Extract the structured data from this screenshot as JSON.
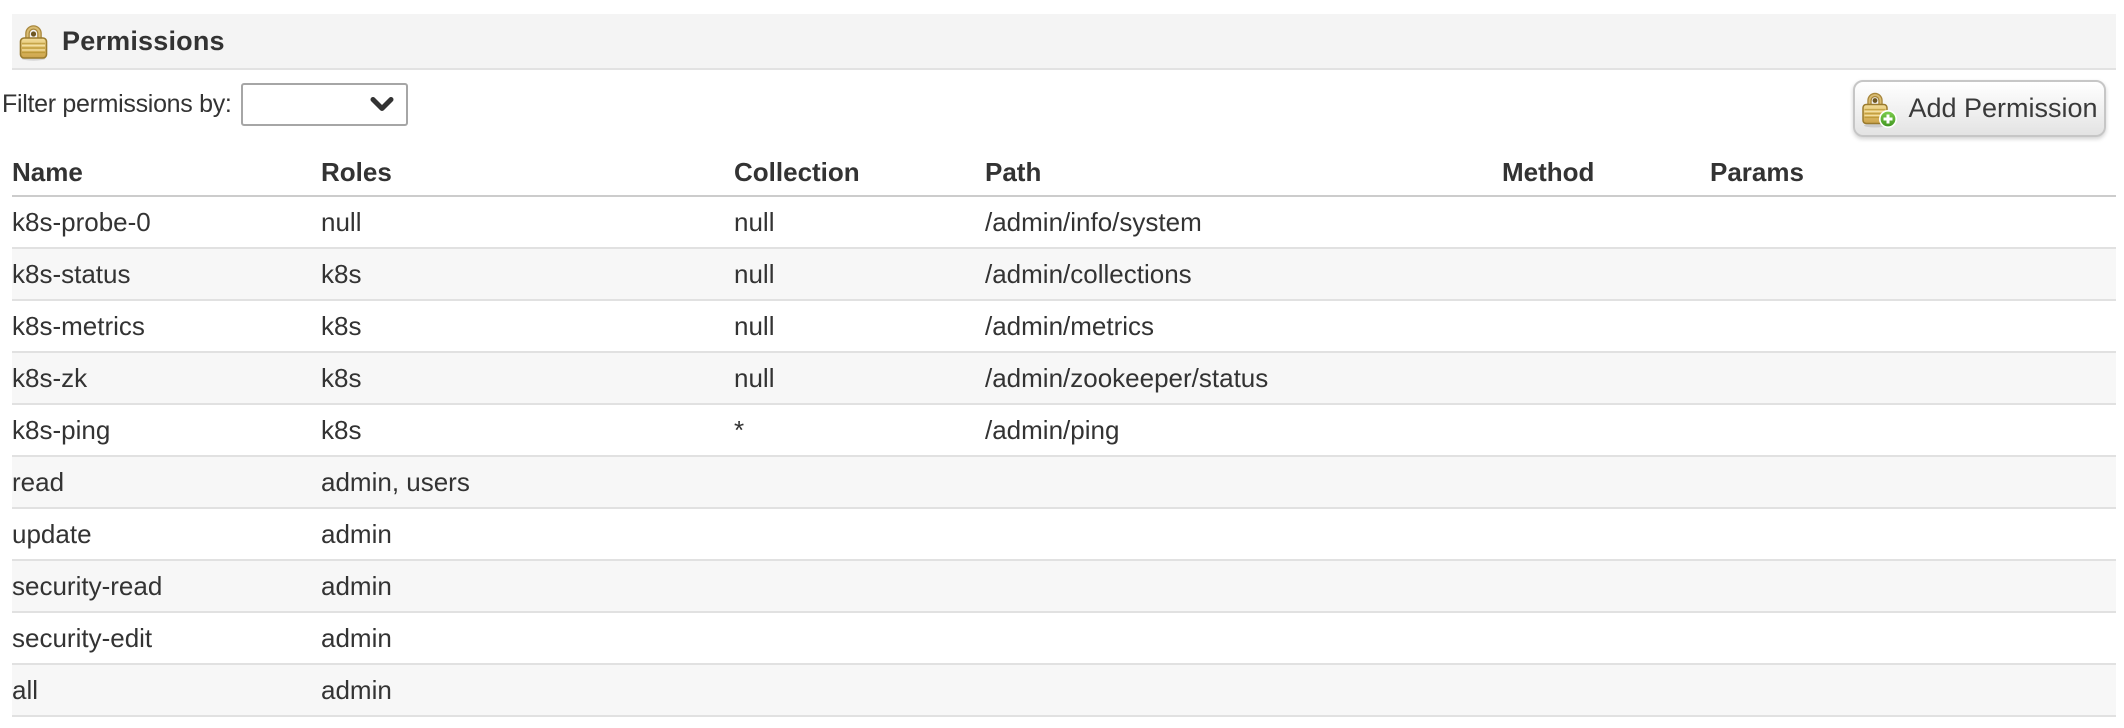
{
  "header": {
    "title": "Permissions",
    "icon": "lock-icon"
  },
  "filter": {
    "label": "Filter permissions by:",
    "selected_value": ""
  },
  "toolbar": {
    "add_permission_label": "Add Permission",
    "add_permission_icon": "lock-plus-icon"
  },
  "table": {
    "columns": [
      "Name",
      "Roles",
      "Collection",
      "Path",
      "Method",
      "Params"
    ],
    "fields": [
      "name",
      "roles",
      "collection",
      "path",
      "method",
      "params"
    ],
    "rows": [
      {
        "name": "k8s-probe-0",
        "roles": "null",
        "collection": "null",
        "path": "/admin/info/system",
        "method": "",
        "params": ""
      },
      {
        "name": "k8s-status",
        "roles": "k8s",
        "collection": "null",
        "path": "/admin/collections",
        "method": "",
        "params": ""
      },
      {
        "name": "k8s-metrics",
        "roles": "k8s",
        "collection": "null",
        "path": "/admin/metrics",
        "method": "",
        "params": ""
      },
      {
        "name": "k8s-zk",
        "roles": "k8s",
        "collection": "null",
        "path": "/admin/zookeeper/status",
        "method": "",
        "params": ""
      },
      {
        "name": "k8s-ping",
        "roles": "k8s",
        "collection": "*",
        "path": "/admin/ping",
        "method": "",
        "params": ""
      },
      {
        "name": "read",
        "roles": "admin, users",
        "collection": "",
        "path": "",
        "method": "",
        "params": ""
      },
      {
        "name": "update",
        "roles": "admin",
        "collection": "",
        "path": "",
        "method": "",
        "params": ""
      },
      {
        "name": "security-read",
        "roles": "admin",
        "collection": "",
        "path": "",
        "method": "",
        "params": ""
      },
      {
        "name": "security-edit",
        "roles": "admin",
        "collection": "",
        "path": "",
        "method": "",
        "params": ""
      },
      {
        "name": "all",
        "roles": "admin",
        "collection": "",
        "path": "",
        "method": "",
        "params": ""
      }
    ]
  },
  "colors": {
    "header_bar_bg": "#f4f4f4",
    "row_stripe_bg": "#f7f7f7",
    "row_border": "#e1e1e1",
    "header_border": "#cccccc",
    "text": "#333333",
    "lock_gold": "#e2c06c",
    "lock_gold_dark": "#9a7b2e",
    "plus_green": "#52ae2f",
    "button_border": "#c6c6c6",
    "select_border": "#a6a6a6"
  }
}
